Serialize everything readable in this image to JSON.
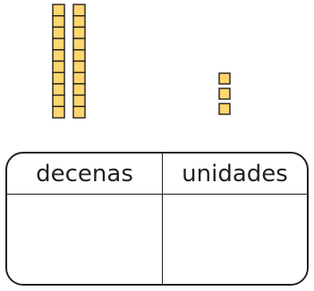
{
  "colors": {
    "block_fill": "#ffd66e",
    "block_stroke": "#231f20",
    "line": "#231f20"
  },
  "blocks": {
    "tens_rods": 2,
    "units_per_rod": 10,
    "ones_cubes": 3
  },
  "table": {
    "headers": [
      "decenas",
      "unidades"
    ],
    "values": [
      "",
      ""
    ]
  }
}
